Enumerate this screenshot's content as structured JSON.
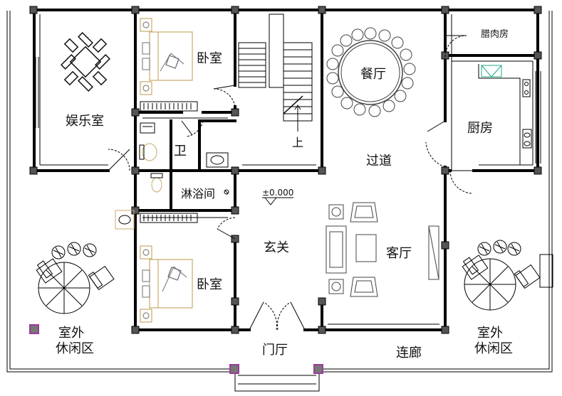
{
  "rooms": {
    "entertainment": "娱乐室",
    "bedroom_top": "卧室",
    "dining": "餐厅",
    "smokehouse": "腊肉房",
    "kitchen": "厨房",
    "bathroom": "卫",
    "shower": "淋浴间",
    "corridor": "过道",
    "foyer": "玄关",
    "living": "客厅",
    "bedroom_bottom": "卧室",
    "outdoor_left_1": "室外",
    "outdoor_left_2": "休闲区",
    "outdoor_right_1": "室外",
    "outdoor_right_2": "休闲区",
    "entrance_hall": "门厅",
    "veranda": "连廊"
  },
  "annotations": {
    "stair_up": "上",
    "elevation": "±0.000"
  },
  "colors": {
    "wall": "#000000",
    "column": "#555555",
    "furniture": "#444444",
    "bed": "#c9a96a",
    "accent_post": "#9b3a9b"
  }
}
